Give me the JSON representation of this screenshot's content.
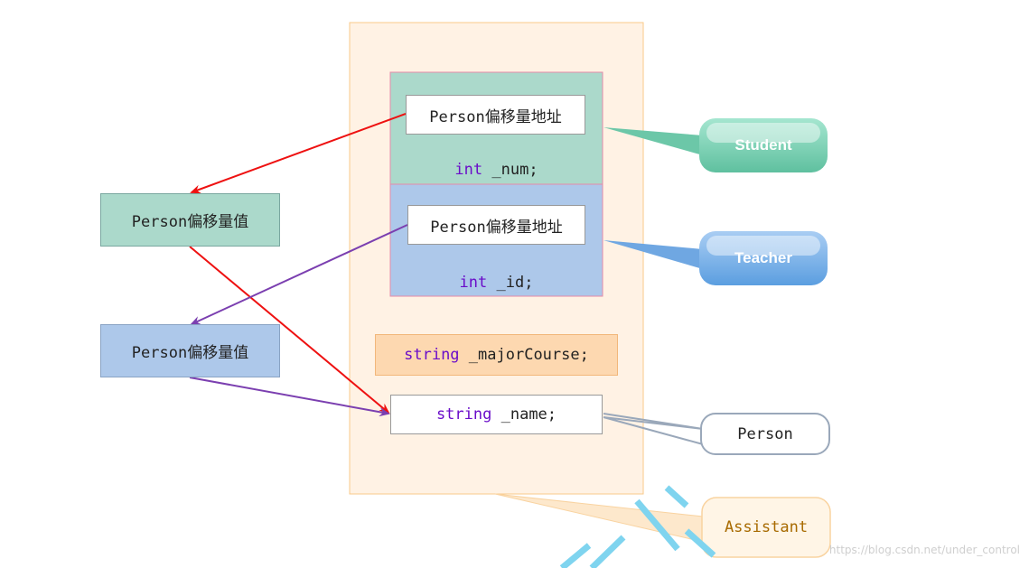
{
  "diagram": {
    "assistant_object": {
      "student_part": {
        "pointer_label": "Person偏移量地址",
        "member_type": "int",
        "member_name": "_num",
        "member_semicolon": ";"
      },
      "teacher_part": {
        "pointer_label": "Person偏移量地址",
        "member_type": "int",
        "member_name": "_id",
        "member_semicolon": ";"
      },
      "own_member": {
        "member_type": "string",
        "member_name": "_majorCourse",
        "member_semicolon": ";"
      },
      "person_part": {
        "member_type": "string",
        "member_name": "_name",
        "member_semicolon": ";"
      }
    },
    "offset_tables": [
      {
        "label": "Person偏移量值"
      },
      {
        "label": "Person偏移量值"
      }
    ],
    "callouts": {
      "student": "Student",
      "teacher": "Teacher",
      "person": "Person",
      "assistant": "Assistant"
    },
    "colors": {
      "student": "#abd9cb",
      "teacher": "#adc8ea",
      "assistant_bg": "#fff2e4",
      "major_course": "#fdd8b0",
      "red_arrow": "#ee1111",
      "purple_arrow": "#7b3fb0"
    }
  },
  "watermark": "https://blog.csdn.net/under_control"
}
